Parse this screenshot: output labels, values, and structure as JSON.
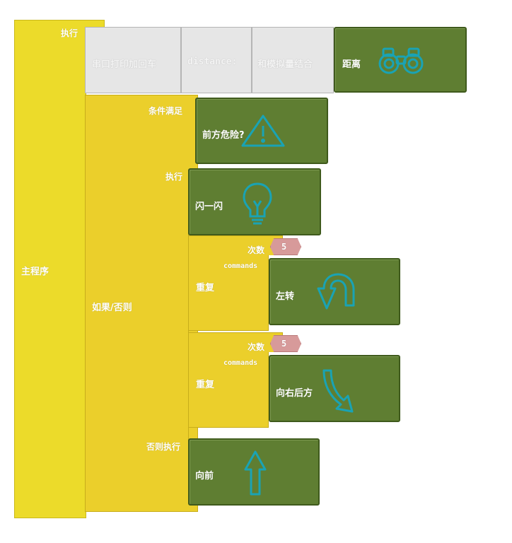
{
  "main": {
    "label": "主程序",
    "exec_label": "执行"
  },
  "serial": {
    "block1": "串口打印加回车",
    "block2": "distance:",
    "block3": "和模拟量结合"
  },
  "distance": {
    "label": "距离",
    "icon": "binoculars-icon"
  },
  "ifelse": {
    "label": "如果/否则",
    "condition_label": "条件满足",
    "exec_label": "执行",
    "else_label": "否则执行"
  },
  "danger": {
    "label": "前方危险?",
    "icon": "warning-icon"
  },
  "blink": {
    "label": "闪一闪",
    "icon": "lightbulb-icon"
  },
  "repeat1": {
    "label": "重复",
    "times_label": "次数",
    "times": "5",
    "commands_label": "commands",
    "inner": {
      "label": "左转",
      "icon": "turn-left-icon"
    }
  },
  "repeat2": {
    "label": "重复",
    "times_label": "次数",
    "times": "5",
    "commands_label": "commands",
    "inner": {
      "label": "向右后方",
      "icon": "turn-right-back-icon"
    }
  },
  "forward": {
    "label": "向前",
    "icon": "arrow-up-icon"
  },
  "colors": {
    "teal": "#1aa3b4",
    "green": "#5f7e32",
    "yellow": "#ecdb2a",
    "number": "#d79a9a"
  }
}
